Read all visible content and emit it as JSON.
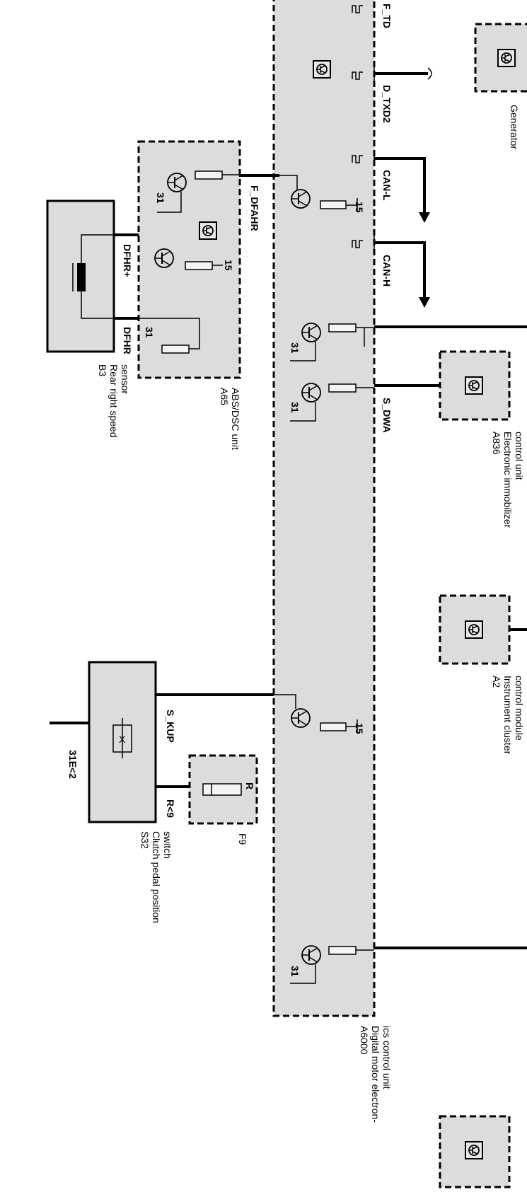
{
  "units": {
    "ecu": {
      "id": "A6000",
      "name_line1": "Digital motor electron-",
      "name_line2": "ics control unit"
    },
    "abs": {
      "id": "A65",
      "name_line1": "ABS/DSC unit"
    },
    "speed_sensor": {
      "id": "B3",
      "name_line1": "Rear right speed",
      "name_line2": "sensor"
    },
    "generator": {
      "name_line1": "Generator"
    },
    "immobilizer": {
      "id": "A836",
      "name_line1": "Electronic immobilizer",
      "name_line2": "control unit"
    },
    "cluster": {
      "id": "A2",
      "name_line1": "Instrument cluster",
      "name_line2": "control module"
    },
    "clutch_switch": {
      "id": "S32",
      "name_line1": "Clutch pedal position",
      "name_line2": "switch"
    },
    "fuse": {
      "id": "F9",
      "pin": "R"
    }
  },
  "signals": {
    "f_td": "F_TD",
    "d_txd2": "D_TXD2",
    "can_l": "CAN-L",
    "can_h": "CAN-H",
    "s_dwa": "S_DWA",
    "f_dfahr": "F_DFAHR",
    "dfhr_plus": "DFHR+",
    "dfhr_minus": "DFHR",
    "s_kup": "S_KUP",
    "r9": "R<9",
    "ground_31e": "31E<2"
  },
  "terminals": {
    "t15": "15",
    "t31": "31"
  }
}
